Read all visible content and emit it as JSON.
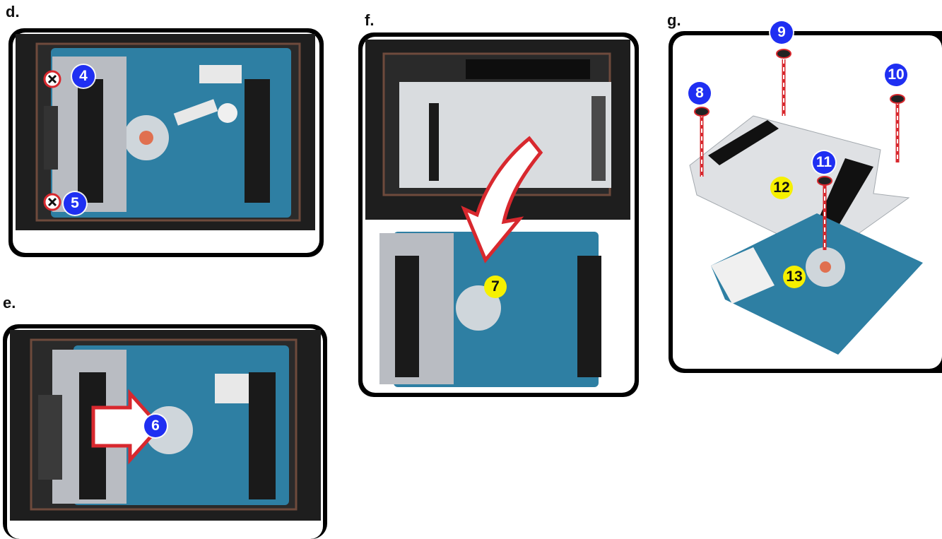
{
  "steps": {
    "d": {
      "label": "d.",
      "callouts": [
        "4",
        "5"
      ]
    },
    "e": {
      "label": "e.",
      "callouts": [
        "6"
      ]
    },
    "f": {
      "label": "f.",
      "callouts": [
        "7"
      ]
    },
    "g": {
      "label": "g.",
      "callouts": [
        "8",
        "9",
        "10",
        "11",
        "12",
        "13"
      ]
    }
  },
  "colors": {
    "blue_callout": "#1f2ff2",
    "yellow_callout": "#f6f000",
    "arrow_red": "#d8282e",
    "drive_blue": "#2e7fa3",
    "bracket_grey": "#b9bcc2",
    "frame_black": "#000000"
  },
  "icons": [
    "screw-icon",
    "push-arrow-icon",
    "curved-lift-arrow-icon",
    "hard-drive-icon",
    "drive-bracket-icon"
  ]
}
